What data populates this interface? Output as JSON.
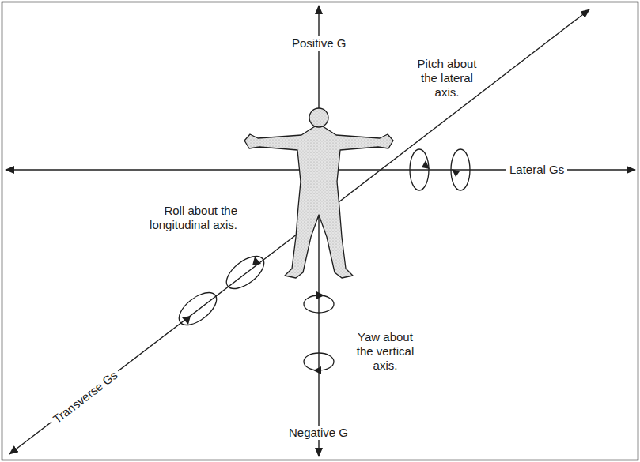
{
  "diagram": {
    "labels": [
      "Positive G",
      "Pitch about the lateral axis.",
      "Lateral Gs",
      "Roll about the longitudinal axis.",
      "Transverse Gs",
      "Yaw about the vertical axis.",
      "Negative G"
    ]
  }
}
